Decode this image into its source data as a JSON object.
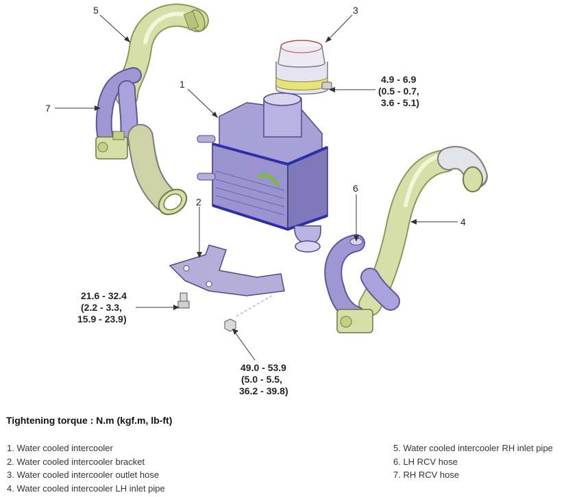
{
  "callouts": {
    "c1": "1",
    "c2": "2",
    "c3": "3",
    "c4": "4",
    "c5": "5",
    "c6": "6",
    "c7": "7"
  },
  "torques": {
    "outlet_hose_clamp": [
      "4.9 - 6.9",
      "(0.5 - 0.7,",
      "3.6 - 5.1)"
    ],
    "bracket_bolt": [
      "21.6 - 32.4",
      "(2.2 - 3.3,",
      "15.9 - 23.9)"
    ],
    "bracket_nut": [
      "49.0 - 53.9",
      "(5.0 - 5.5,",
      "36.2 - 39.8)"
    ]
  },
  "heading": "Tightening torque : N.m (kgf.m, lb-ft)",
  "legend_left": [
    "1. Water cooled intercooler",
    "2. Water cooled intercooler bracket",
    "3. Water cooled intercooler outlet hose",
    "4. Water cooled intercooler LH inlet pipe"
  ],
  "legend_right": [
    "5. Water cooled intercooler RH inlet pipe",
    "6. LH RCV hose",
    "7. RH RCV hose"
  ],
  "colors": {
    "pipe_green": "#d7dfa8",
    "pipe_green_dark": "#a9b46a",
    "rcv_purple": "#9f96d4",
    "intercooler_purple": "#a7a1d8",
    "intercooler_dark": "#6b64a8",
    "gasket_blue": "#2b2fa8",
    "bracket_purple": "#b4aed8",
    "bolt_gray": "#d9d9d9",
    "clamp_yellow": "#e7e37a",
    "hose_gray": "#e6e4ee"
  }
}
